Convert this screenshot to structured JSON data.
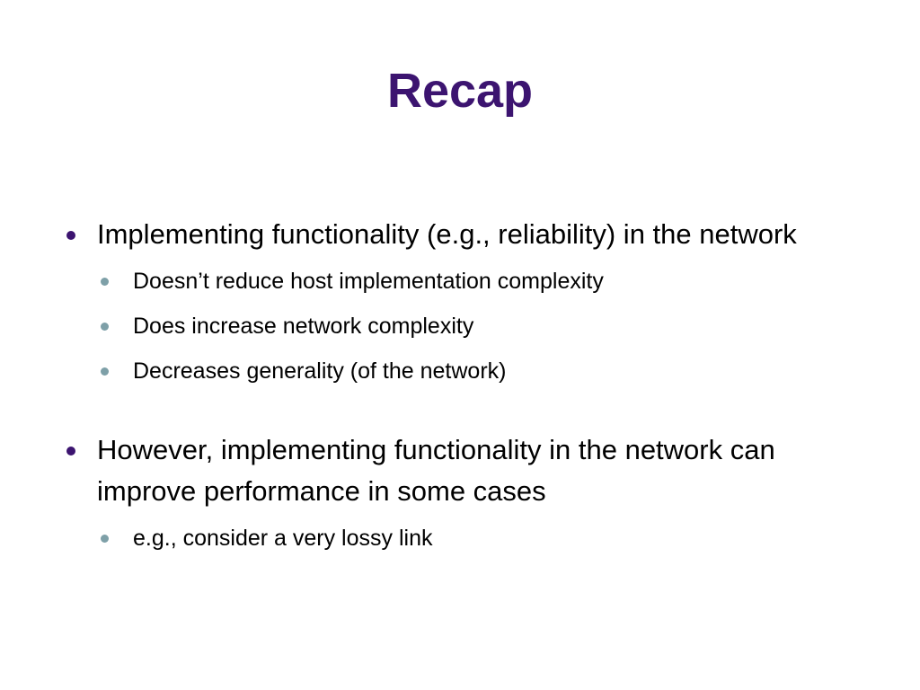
{
  "slide": {
    "title": "Recap",
    "bullets": [
      {
        "text": "Implementing functionality (e.g., reliability) in the network",
        "sub": [
          "Doesn’t reduce host implementation complexity",
          "Does increase network complexity",
          "Decreases generality (of the network)"
        ]
      },
      {
        "text": "However, implementing functionality in the network can improve performance in some cases",
        "sub": [
          "e.g., consider a very lossy link"
        ]
      }
    ]
  },
  "colors": {
    "title": "#3c1470",
    "bullet_l1": "#3c1470",
    "bullet_l2": "#7ea0a8"
  }
}
